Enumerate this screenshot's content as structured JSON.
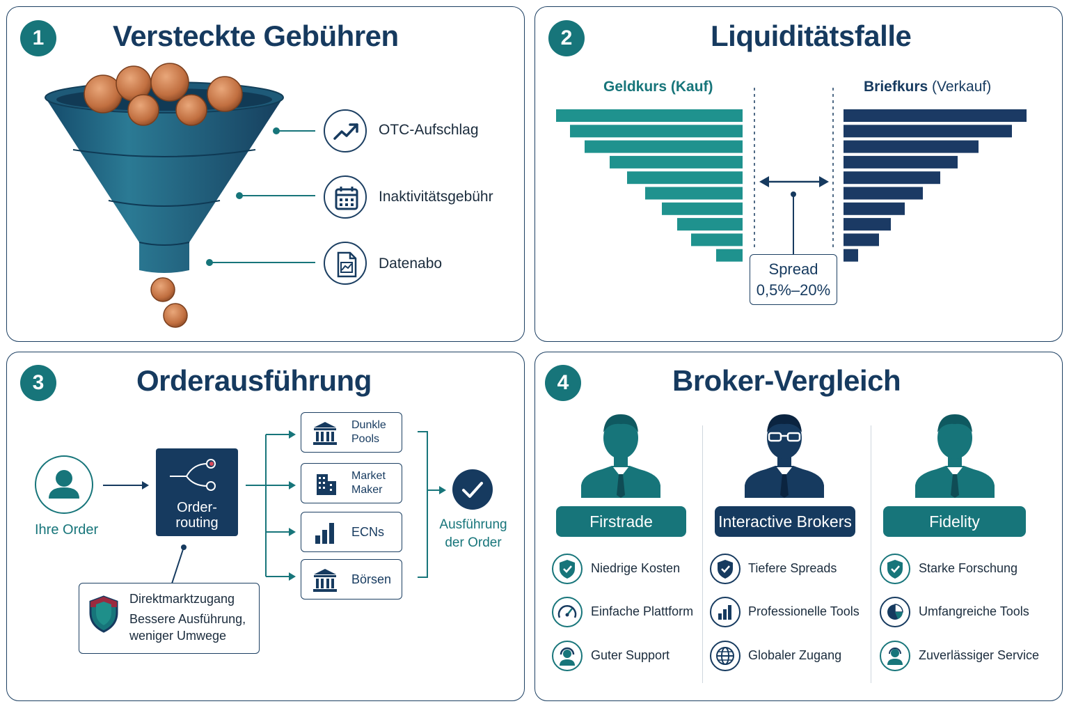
{
  "panels": {
    "p1": {
      "number": "1",
      "title": "Versteckte Gebühren",
      "items": [
        "OTC-Aufschlag",
        "Inaktivitätsgebühr",
        "Datenabo"
      ]
    },
    "p2": {
      "number": "2",
      "title": "Liquiditätsfalle",
      "bid_label": "Geldkurs (Kauf)",
      "ask_label_bold": "Briefkurs",
      "ask_label_rest": " (Verkauf)",
      "spread_label": "Spread",
      "spread_range": "0,5%–20%"
    },
    "p3": {
      "number": "3",
      "title": "Orderausführung",
      "your_order": "Ihre Order",
      "routing_line1": "Order-",
      "routing_line2": "routing",
      "venues": [
        {
          "line1": "Dunkle",
          "line2": "Pools"
        },
        {
          "line1": "Market",
          "line2": "Maker"
        },
        {
          "line1": "ECNs",
          "line2": ""
        },
        {
          "line1": "Börsen",
          "line2": ""
        }
      ],
      "execution_line1": "Ausführung",
      "execution_line2": "der Order",
      "dma_title": "Direktmarktzugang",
      "dma_line1": "Bessere Ausführung,",
      "dma_line2": "weniger Umwege"
    },
    "p4": {
      "number": "4",
      "title": "Broker-Vergleich",
      "brokers": [
        {
          "name": "Firstrade",
          "features": [
            "Niedrige Kosten",
            "Einfache Plattform",
            "Guter Support"
          ]
        },
        {
          "name": "Interactive Brokers",
          "features": [
            "Tiefere Spreads",
            "Professionelle Tools",
            "Globaler Zugang"
          ]
        },
        {
          "name": "Fidelity",
          "features": [
            "Starke Forschung",
            "Umfangreiche Tools",
            "Zuverlässiger Service"
          ]
        }
      ]
    }
  },
  "colors": {
    "teal": "#17757a",
    "teal_bar": "#1f928e",
    "navy": "#163a5f",
    "ask_bar": "#1b3a64",
    "copper": "#c8774a"
  },
  "icons": {
    "p1": [
      "trend-up-icon",
      "calendar-icon",
      "document-chart-icon"
    ],
    "p3": [
      "bank-icon",
      "building-icon",
      "bar-chart-icon",
      "bank-icon",
      "checkmark-icon",
      "shield-icon",
      "person-icon",
      "routing-icon"
    ],
    "p4": [
      "shield-check-icon",
      "gauge-icon",
      "headset-icon",
      "bar-chart-icon",
      "globe-icon",
      "pie-chart-icon",
      "support-person-icon"
    ]
  }
}
